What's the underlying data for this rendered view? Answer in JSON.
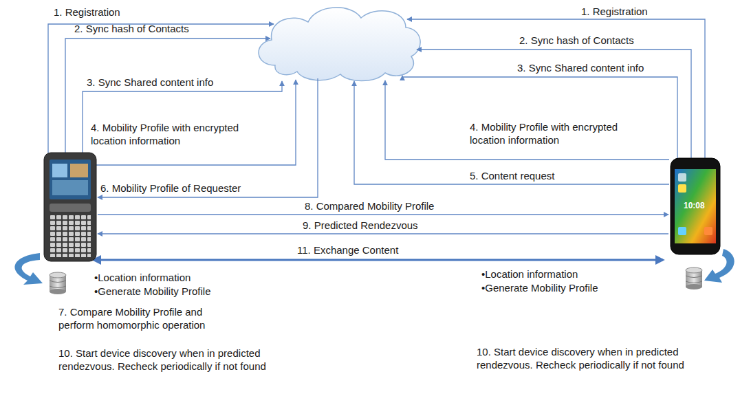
{
  "diagram": {
    "labels": [
      "1. Registration",
      "2. Sync hash of Contacts",
      "3. Sync Shared content info",
      "4. Mobility Profile with encrypted location information",
      "6. Mobility Profile of Requester",
      "1. Registration",
      "2. Sync hash of Contacts",
      "3. Sync Shared content info",
      "4. Mobility Profile with encrypted location information",
      "5. Content request",
      "8. Compared Mobility Profile",
      "9. Predicted Rendezvous",
      "11. Exchange Content",
      "10:08",
      "•Location information",
      "•Generate Mobility Profile",
      "7. Compare Mobility Profile and perform homomorphic operation",
      "10. Start device discovery when in predicted rendezvous. Recheck periodically if not found",
      "•Location information",
      "•Generate Mobility Profile",
      "10. Start device discovery when in predicted rendezvous. Recheck periodically if not found"
    ]
  }
}
